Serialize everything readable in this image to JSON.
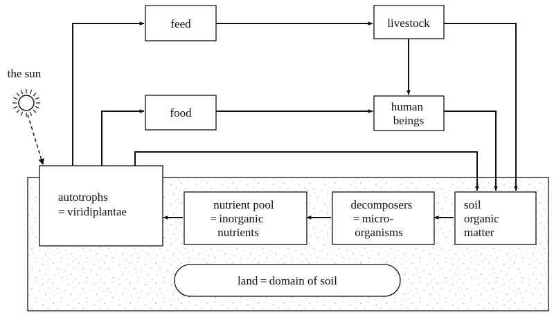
{
  "sun": {
    "label": "the sun",
    "icon": "sun-icon"
  },
  "nodes": {
    "feed": {
      "lines": [
        "feed"
      ]
    },
    "livestock": {
      "lines": [
        "livestock"
      ]
    },
    "food": {
      "lines": [
        "food"
      ]
    },
    "human_beings": {
      "lines": [
        "human",
        "beings"
      ]
    },
    "autotrophs": {
      "lines": [
        "autotrophs",
        "= viridiplantae"
      ]
    },
    "nutrient_pool": {
      "lines": [
        "nutrient pool",
        "= inorganic",
        "nutrients"
      ]
    },
    "decomposers": {
      "lines": [
        "decomposers",
        "= micro-",
        "organisms"
      ]
    },
    "soil_organic_matter": {
      "lines": [
        "soil",
        "organic",
        "matter"
      ]
    },
    "land": {
      "lines": [
        "land = domain of soil"
      ]
    }
  },
  "colors": {
    "line": "#111111",
    "soil_speckle": "#8a8a8a",
    "box_fill": "#ffffff"
  }
}
